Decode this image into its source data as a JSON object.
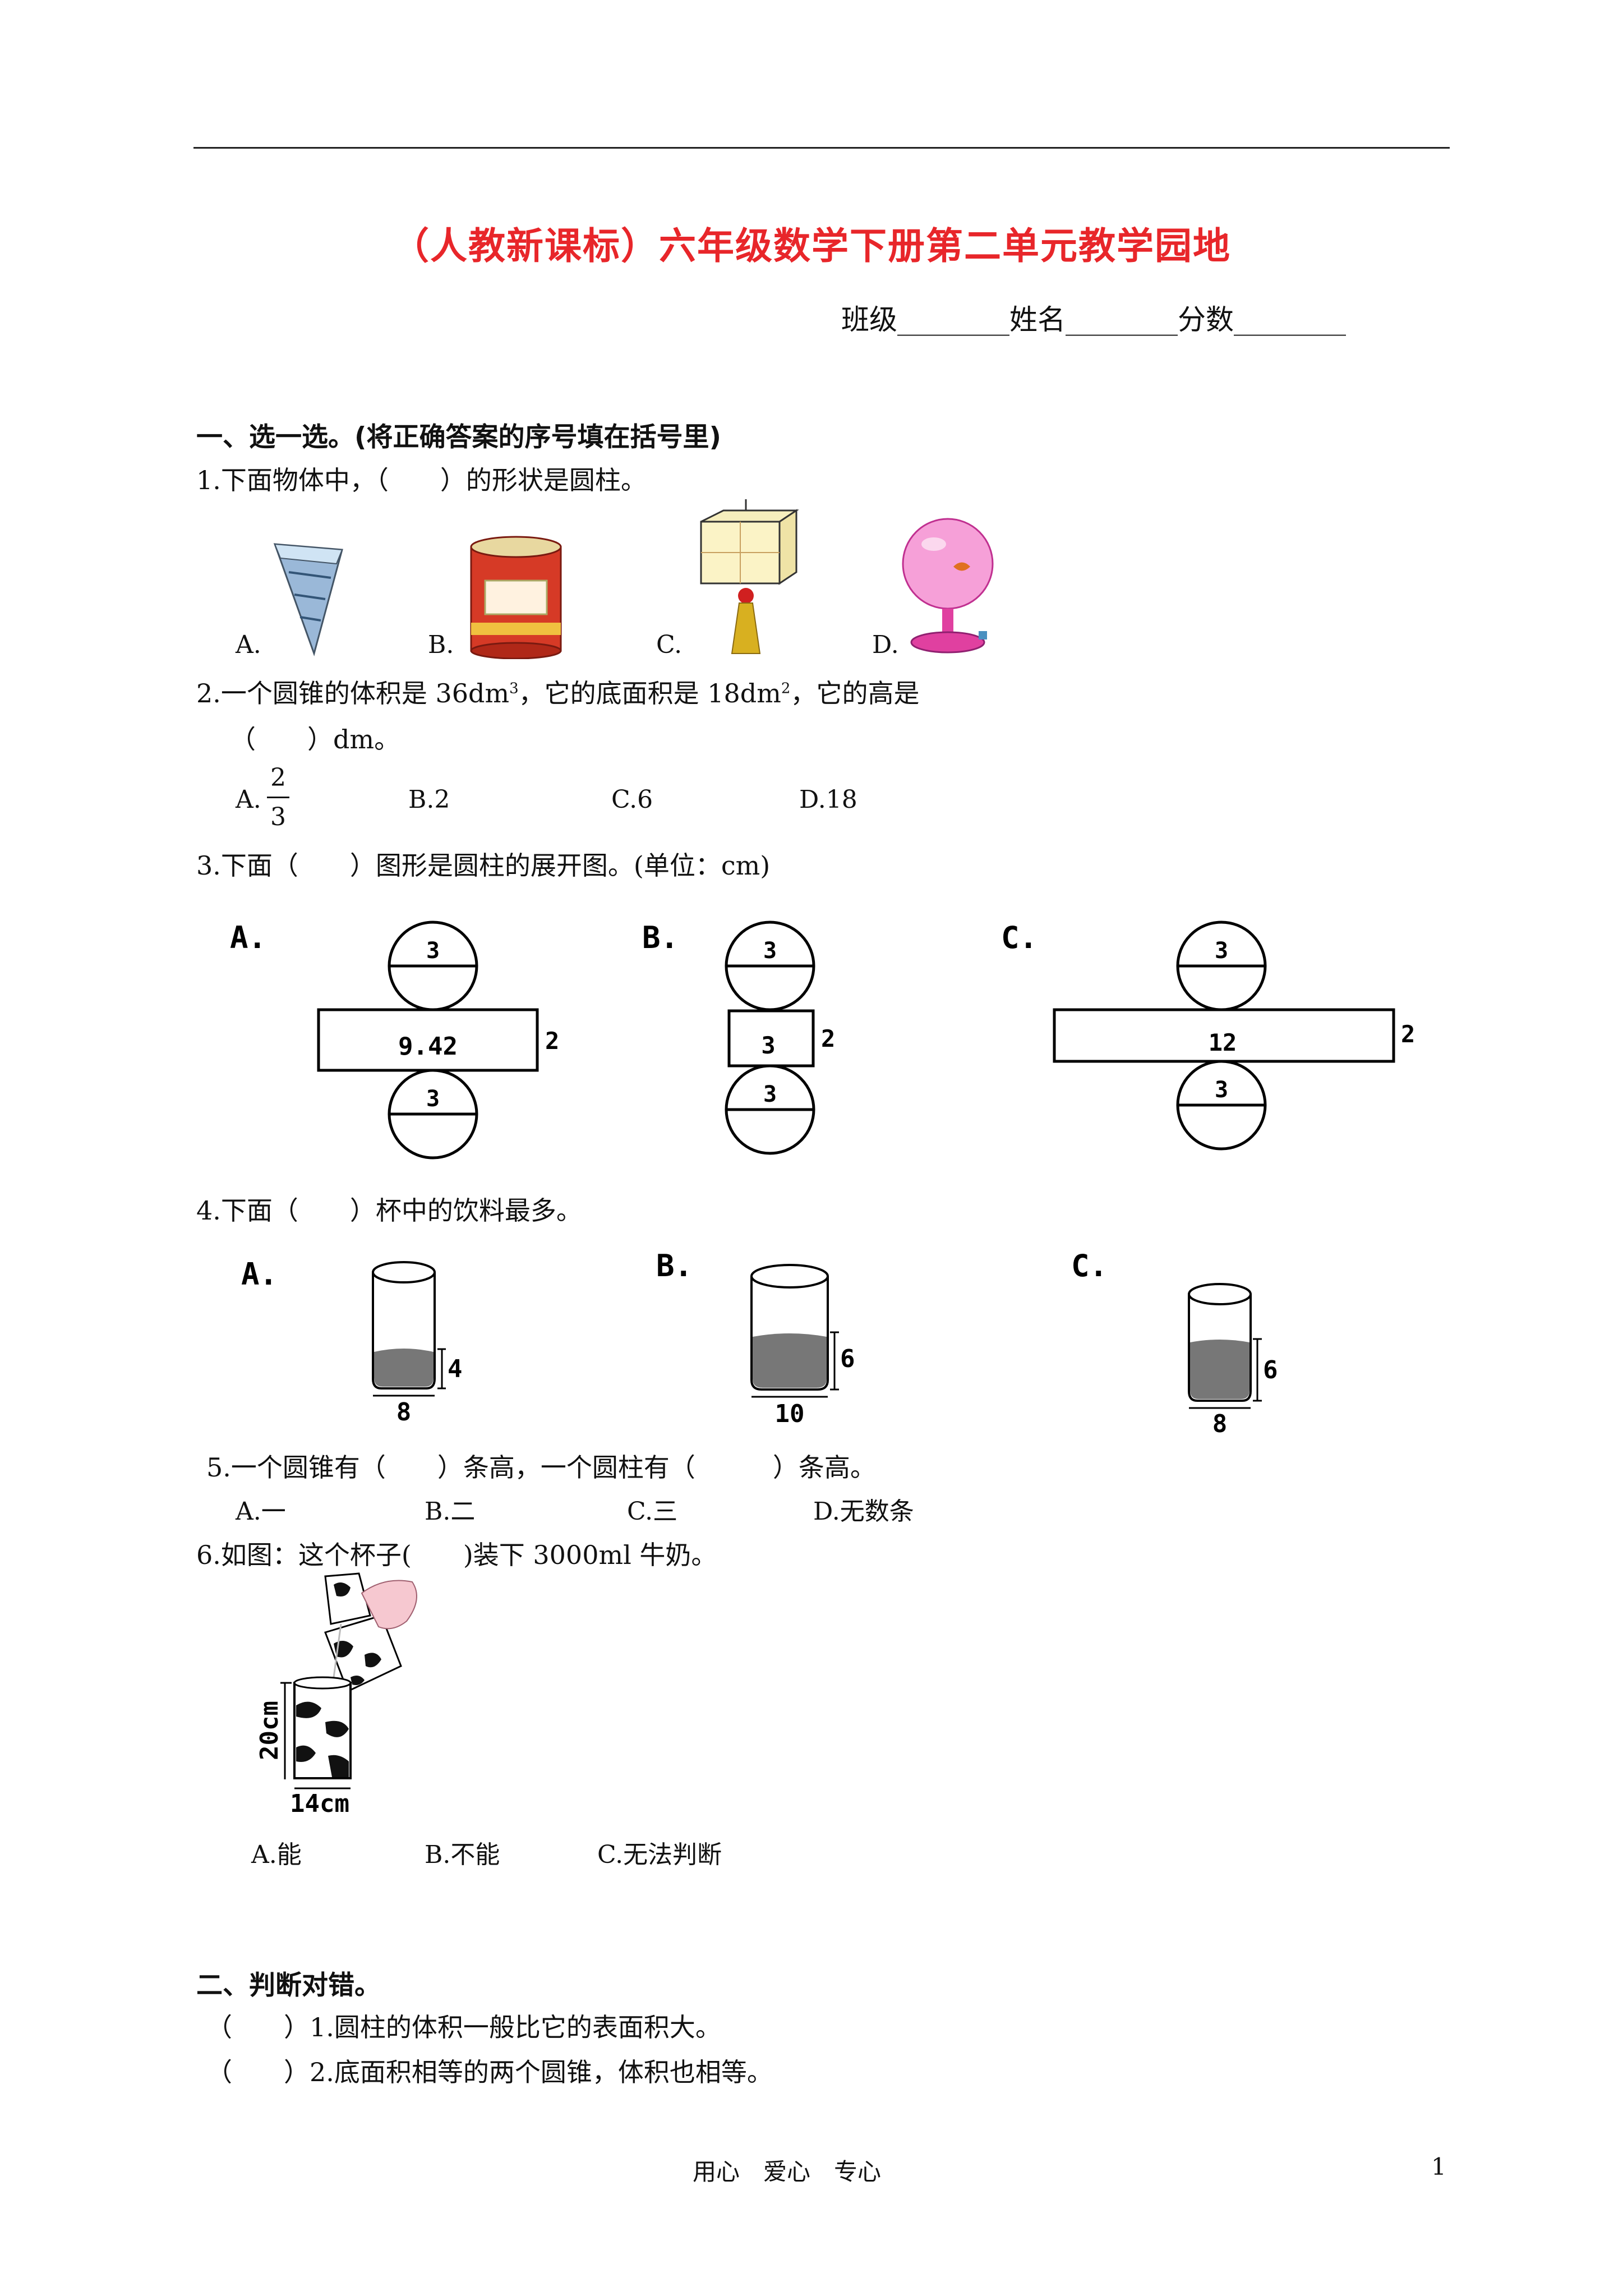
{
  "title": "（人教新课标）六年级数学下册第二单元教学园地",
  "info_line": "班级________姓名________分数________",
  "section1": {
    "heading": "一、选一选。(将正确答案的序号填在括号里)",
    "q1": {
      "text": "1.下面物体中，（　　）的形状是圆柱。",
      "options": [
        "A.",
        "B.",
        "C.",
        "D."
      ]
    },
    "q2": {
      "text_part1": "2.一个圆锥的体积是 36dm",
      "sup1": "3",
      "text_part2": "，它的底面积是 18dm",
      "sup2": "2",
      "text_part3": "，它的高是",
      "text_line2": "（　　）dm。",
      "opt_a_prefix": "A.",
      "frac_num": "2",
      "frac_den": "3",
      "options": [
        "B.2",
        "C.6",
        "D.18"
      ]
    },
    "q3": {
      "text": "3.下面（　　）图形是圆柱的展开图。(单位：cm)",
      "nets": [
        {
          "label": "A.",
          "circle_top": "3",
          "rect": "9.42",
          "side": "2",
          "circle_bottom": "3"
        },
        {
          "label": "B.",
          "circle_top": "3",
          "rect": "3",
          "side": "2",
          "circle_bottom": "3"
        },
        {
          "label": "C.",
          "circle_top": "3",
          "rect": "12",
          "side": "2",
          "circle_bottom": "3"
        }
      ]
    },
    "q4": {
      "text": "4.下面（　　）杯中的饮料最多。",
      "cups": [
        {
          "label": "A.",
          "height": "4",
          "width": "8"
        },
        {
          "label": "B.",
          "height": "6",
          "width": "10"
        },
        {
          "label": "C.",
          "height": "6",
          "width": "8"
        }
      ]
    },
    "q5": {
      "text": "5.一个圆锥有（　　）条高，一个圆柱有（　　　）条高。",
      "options": [
        "A.一",
        "B.二",
        "C.三",
        "D.无数条"
      ]
    },
    "q6": {
      "text": "6.如图：这个杯子(　　)装下 3000ml 牛奶。",
      "fig_height": "20cm",
      "fig_width": "14cm",
      "options": [
        "A.能",
        "B.不能",
        "C.无法判断"
      ]
    }
  },
  "section2": {
    "heading": "二、判断对错。",
    "items": [
      "（　　）1.圆柱的体积一般比它的表面积大。",
      "（　　）2.底面积相等的两个圆锥，体积也相等。"
    ]
  },
  "footer": {
    "text": "用心　爱心　专心",
    "page": "1"
  },
  "colors": {
    "title": "#e8262a",
    "liquid": "#777777"
  }
}
